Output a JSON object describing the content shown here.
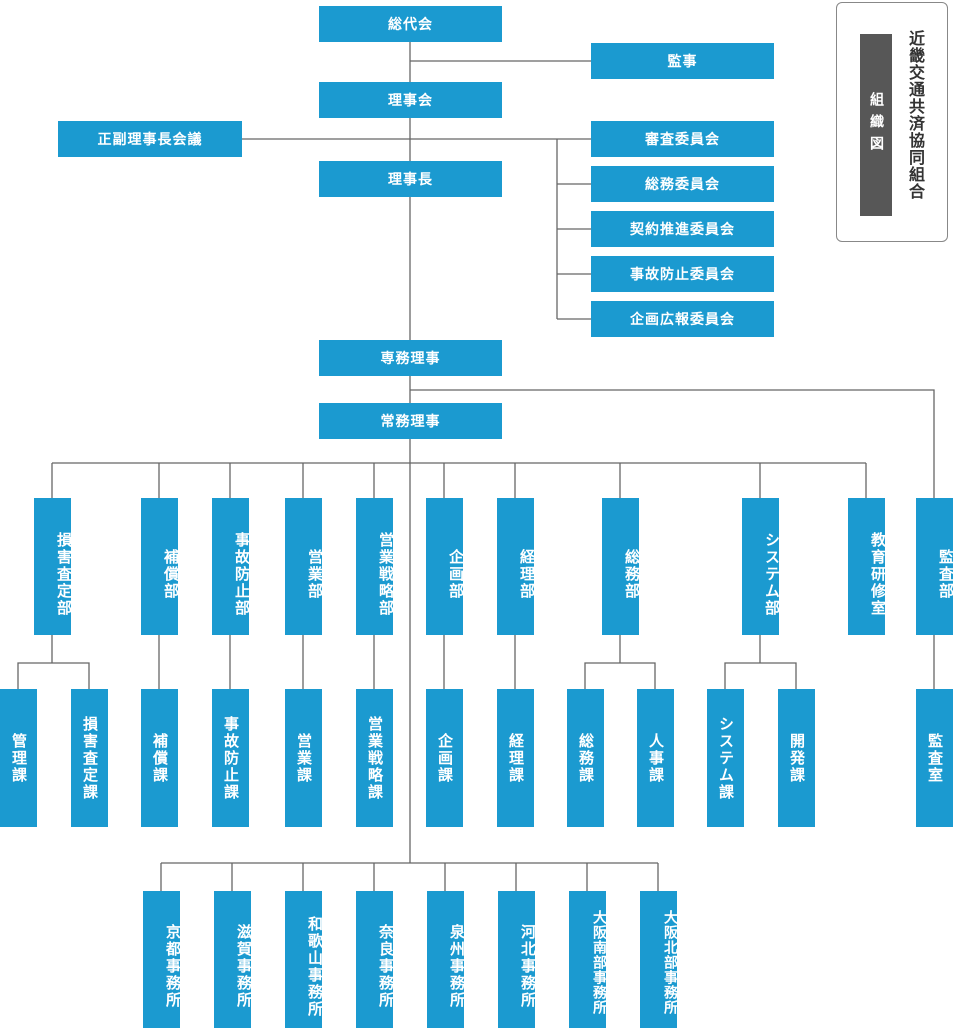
{
  "title": {
    "org": "近畿交通共済協同組合",
    "tag": "組織図"
  },
  "colors": {
    "box": "#1b9ad0",
    "line": "#666666",
    "tag": "#575757"
  },
  "top": {
    "general_meeting": "総代会",
    "auditor": "監事",
    "board": "理事会",
    "chair_meeting": "正副理事長会議",
    "chairman": "理事長",
    "committees": [
      "審査委員会",
      "総務委員会",
      "契約推進委員会",
      "事故防止委員会",
      "企画広報委員会"
    ],
    "senior_director": "専務理事",
    "managing_director": "常務理事"
  },
  "departments": [
    "損害査定部",
    "補償部",
    "事故防止部",
    "営業部",
    "営業戦略部",
    "企画部",
    "経理部",
    "総務部",
    "システム部",
    "教育研修室",
    "監査部"
  ],
  "sections": [
    "管理課",
    "損害査定課",
    "補償課",
    "事故防止課",
    "営業課",
    "営業戦略課",
    "企画課",
    "経理課",
    "総務課",
    "人事課",
    "システム課",
    "開発課",
    "監査室"
  ],
  "offices": [
    "京都事務所",
    "滋賀事務所",
    "和歌山事務所",
    "奈良事務所",
    "泉州事務所",
    "河北事務所",
    "大阪南部事務所",
    "大阪北部事務所"
  ]
}
